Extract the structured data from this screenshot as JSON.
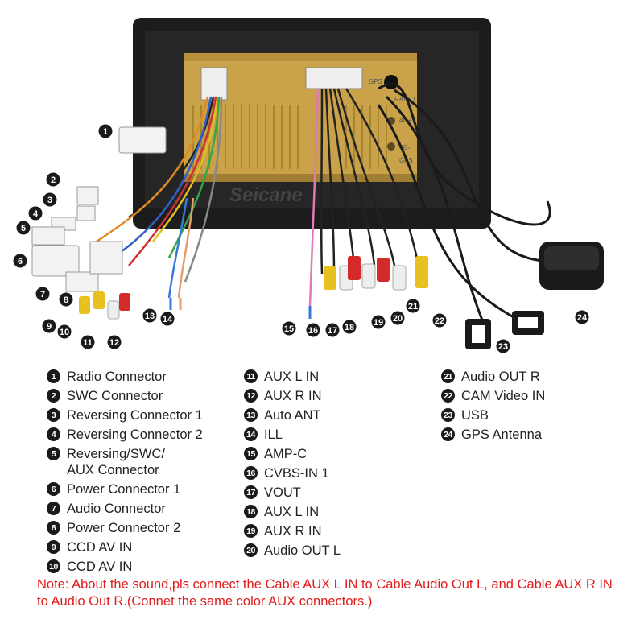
{
  "brand": "Seicane",
  "panel_labels": [
    "GPS",
    "RADIO",
    "4G+",
    "4G-",
    "GPS"
  ],
  "legend": [
    {
      "num": "1",
      "label": "Radio Connector"
    },
    {
      "num": "2",
      "label": "SWC Connector"
    },
    {
      "num": "3",
      "label": "Reversing Connector 1"
    },
    {
      "num": "4",
      "label": "Reversing Connector 2"
    },
    {
      "num": "5",
      "label": "Reversing/SWC/\nAUX Connector"
    },
    {
      "num": "6",
      "label": "Power Connector 1"
    },
    {
      "num": "7",
      "label": "Audio Connector"
    },
    {
      "num": "8",
      "label": "Power Connector 2"
    },
    {
      "num": "9",
      "label": "CCD AV IN"
    },
    {
      "num": "10",
      "label": "CCD AV IN"
    },
    {
      "num": "11",
      "label": "AUX L IN"
    },
    {
      "num": "12",
      "label": "AUX R IN"
    },
    {
      "num": "13",
      "label": "Auto ANT"
    },
    {
      "num": "14",
      "label": "ILL"
    },
    {
      "num": "15",
      "label": "AMP-C"
    },
    {
      "num": "16",
      "label": "CVBS-IN 1"
    },
    {
      "num": "17",
      "label": "VOUT"
    },
    {
      "num": "18",
      "label": "AUX L IN"
    },
    {
      "num": "19",
      "label": "AUX R IN"
    },
    {
      "num": "20",
      "label": "Audio OUT L"
    },
    {
      "num": "21",
      "label": "Audio OUT R"
    },
    {
      "num": "22",
      "label": "CAM Video IN"
    },
    {
      "num": "23",
      "label": "USB"
    },
    {
      "num": "24",
      "label": "GPS Antenna"
    }
  ],
  "note": "Note: About the sound,pls connect the Cable AUX L IN to Cable Audio Out L, and Cable AUX R IN to  Audio Out R.(Connet the same color AUX connectors.)",
  "colors": {
    "note": "#e21b1b",
    "badge": "#1a1a1a",
    "panel": "#c9a24a",
    "frame": "#1c1c1c"
  }
}
